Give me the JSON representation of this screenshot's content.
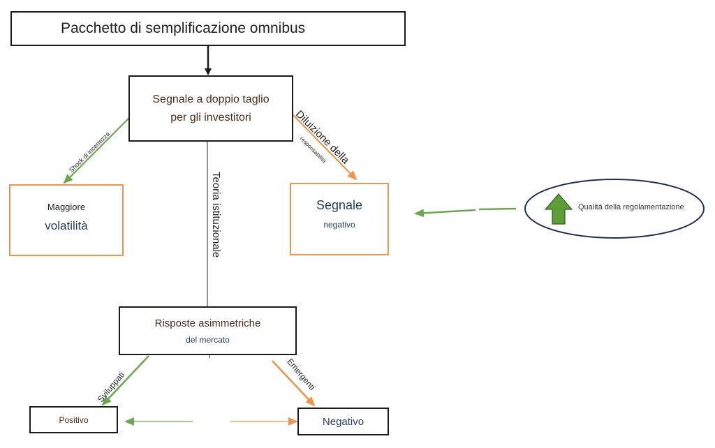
{
  "title_box": {
    "text": "Pacchetto di semplificazione omnibus"
  },
  "signal_box": {
    "line1": "Segnale a doppio taglio",
    "line2": "per gli investitori"
  },
  "volatility_box": {
    "line1": "Maggiore",
    "line2": "volatilità"
  },
  "negative_signal_box": {
    "line1": "Segnale",
    "line2": "negativo"
  },
  "market_box": {
    "line1": "Risposte asimmetriche",
    "line2": "del mercato"
  },
  "positive_box": {
    "text": "Positivo"
  },
  "negative_box": {
    "text": "Negativo"
  },
  "regulation_ellipse": {
    "text": "Qualità della regolamentazione",
    "icon": "up-arrow-icon"
  },
  "edge_labels": {
    "shock": "Shock di incertezza",
    "dilution_main": "Diluizione della",
    "dilution_sub": "responsabilità",
    "theory": "Teoria istituzionale",
    "developed": "Sviluppati",
    "emerging": "Emergenti"
  },
  "colors": {
    "green": "#6aa84f",
    "orange": "#f0944a",
    "black": "#1a1a1a",
    "ellipse_border": "#1f2f5c",
    "arrow_fill": "#5e9e3a"
  }
}
